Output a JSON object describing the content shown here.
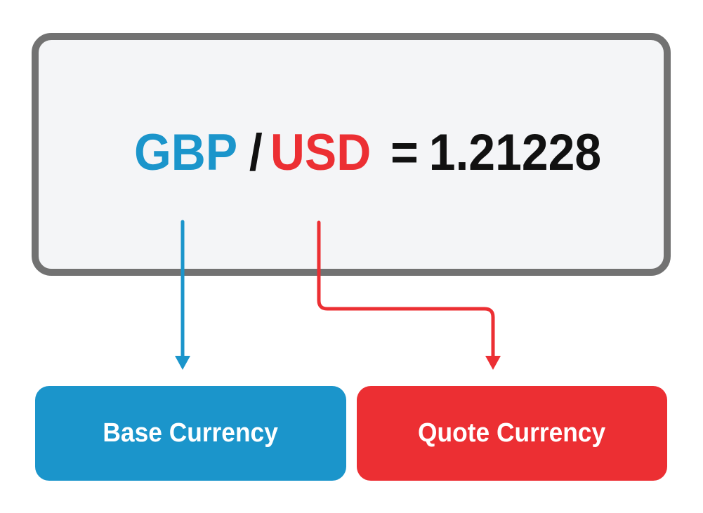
{
  "equation": {
    "base": "GBP",
    "slash": "/",
    "quote": "USD",
    "equals": "=",
    "rate": "1.21228"
  },
  "labels": {
    "base_currency": "Base Currency",
    "quote_currency": "Quote Currency"
  },
  "colors": {
    "base": "#1b95cb",
    "quote": "#ec2f33",
    "border": "#727272",
    "box_background": "#f4f5f7",
    "text": "#111111"
  }
}
